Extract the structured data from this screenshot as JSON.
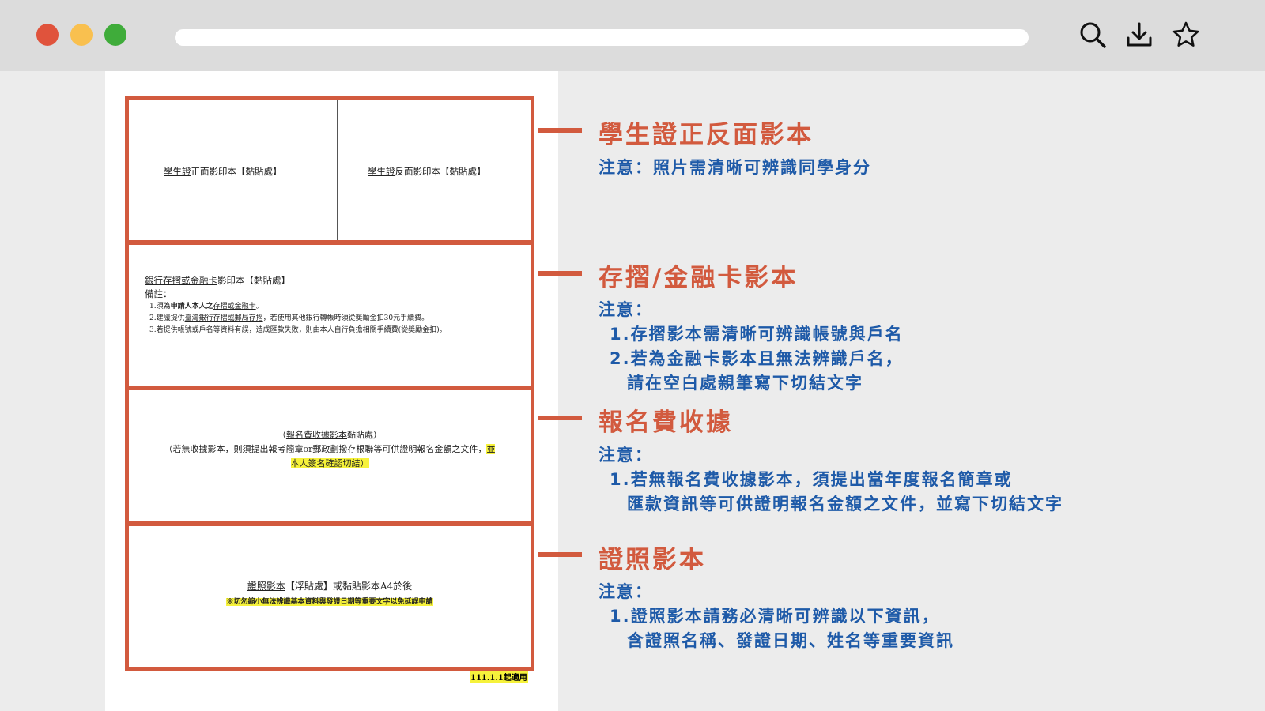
{
  "window": {
    "controls": [
      "close",
      "minimize",
      "maximize"
    ],
    "icons": [
      "search-icon",
      "download-icon",
      "star-icon"
    ]
  },
  "document": {
    "box1": {
      "left": {
        "u": "學生證",
        "rest": "正面影印本【黏貼處】"
      },
      "right": {
        "u": "學生證",
        "rest": "反面影印本【黏貼處】"
      }
    },
    "box2": {
      "title_u": "銀行存摺或金融卡",
      "title_rest": "影印本【黏貼處】",
      "remark": "備註：",
      "item1_pre": "1.須為",
      "item1_bold": "申請人本人之",
      "item1_u": "存摺或金融卡",
      "item1_post": "。",
      "item2_pre": "2.建議提供",
      "item2_u": "臺灣銀行存摺或郵局存摺",
      "item2_post": "，若使用其他銀行轉帳時須從獎勵金扣30元手續費。",
      "item3": "3.若提供帳號或戶名等資料有誤，造成匯款失敗，則由本人自行負擔相關手續費(從獎勵金扣)。"
    },
    "box3": {
      "line1_pre": "（",
      "line1_u": "報名費收據影本",
      "line1_post": "黏貼處）",
      "line2_pre": "（若無收據影本，則須提出",
      "line2_u": "報考簡章or郵政劃撥存根聯",
      "line2_post": "等可供證明報名金額之文件，",
      "hl1": "並",
      "hl2": "本人簽名確認切結）"
    },
    "box4": {
      "line1_u": "證照影本",
      "line1_rest": "【浮貼處】或黏貼影本A4於後",
      "warn": "※切勿縮小無法辨識基本資料與發證日期等重要文字以免延誤申請"
    },
    "stamp": "111.1.1起適用"
  },
  "annotations": [
    {
      "heading": "學生證正反面影本",
      "note": "注意：照片需清晰可辨識同學身分"
    },
    {
      "heading": "存摺/金融卡影本",
      "note_label": "注意：",
      "items": [
        "1.存摺影本需清晰可辨識帳號與戶名",
        "2.若為金融卡影本且無法辨識戶名，",
        "請在空白處親筆寫下切結文字"
      ]
    },
    {
      "heading": "報名費收據",
      "note_label": "注意：",
      "items": [
        "1.若無報名費收據影本，須提出當年度報名簡章或",
        "匯款資訊等可供證明報名金額之文件，並寫下切結文字"
      ]
    },
    {
      "heading": "證照影本",
      "note_label": "注意：",
      "items": [
        "1.證照影本請務必清晰可辨識以下資訊，",
        "含證照名稱、發證日期、姓名等重要資訊"
      ]
    }
  ],
  "colors": {
    "accent": "#d25a3e",
    "note": "#1e5aa8",
    "highlight": "#f6f23b"
  }
}
